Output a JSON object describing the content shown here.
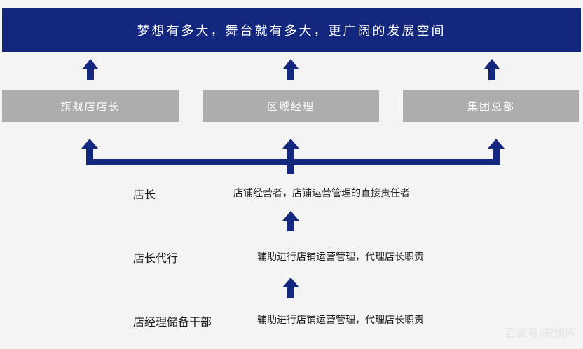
{
  "banner": {
    "text": "梦想有多大，舞台就有多大，更广阔的发展空间"
  },
  "destinations": [
    {
      "label": "旗舰店店长"
    },
    {
      "label": "区域经理"
    },
    {
      "label": "集团总部"
    }
  ],
  "levels": [
    {
      "title": "店长",
      "description": "店铺经营者，店铺运营管理的直接责任者"
    },
    {
      "title": "店长代行",
      "description": "辅助进行店铺运营管理，代理店长职责"
    },
    {
      "title": "店经理储备干部",
      "description": "辅助进行店铺运营管理，代理店长职责"
    }
  ],
  "watermark": {
    "text": "百家号/职旭库"
  },
  "colors": {
    "navy": "#14277f",
    "box_gray": "#adadad",
    "background": "#f4f4f5"
  }
}
